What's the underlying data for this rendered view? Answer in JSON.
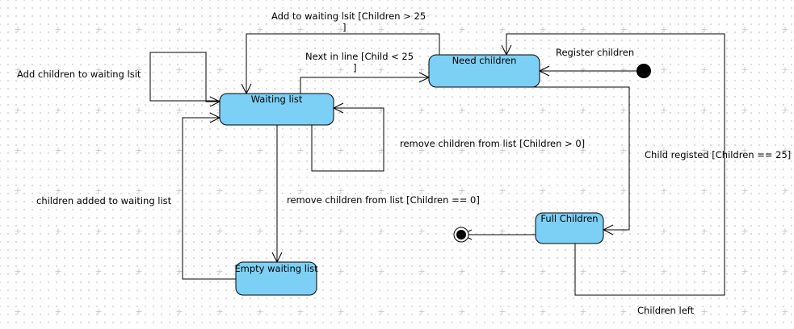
{
  "diagram": {
    "states": {
      "waiting_list": "Waiting list",
      "need_children": "Need children",
      "full_children": "Full Children",
      "empty_waiting_list": "Empty waiting list"
    },
    "transitions": {
      "add_to_waiting_line1": "Add to waiting lsit [Children > 25",
      "add_to_waiting_line2": "]",
      "next_in_line_line1": "Next in line [Child < 25",
      "next_in_line_line2": "]",
      "register_children": "Register children",
      "add_children_self": "Add children to waiting lsit",
      "remove_children_self": "remove children from list [Children > 0]",
      "children_added": "children added to waiting list",
      "remove_children_empty": "remove children from list [Children == 0]",
      "child_registed": "Child registed [Children == 25]",
      "children_left": "Children left"
    },
    "colors": {
      "state_fill": "#7dd0f5",
      "line": "#000000",
      "grid_dot": "#cfcfcf"
    }
  }
}
